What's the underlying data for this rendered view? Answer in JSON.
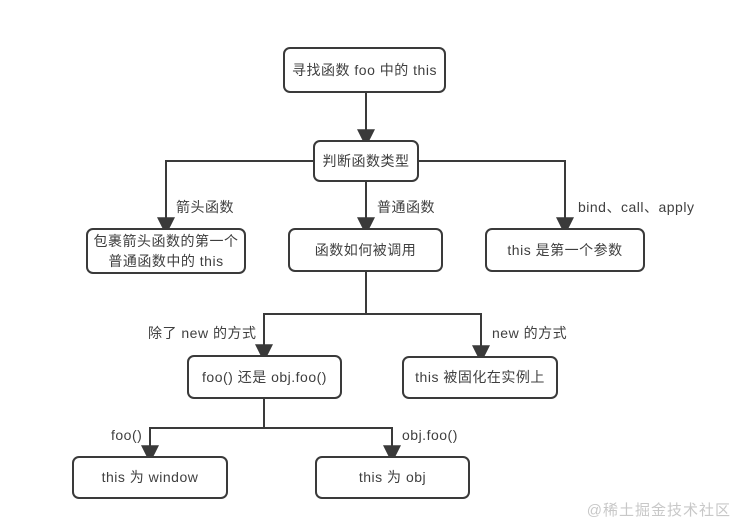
{
  "diagram": {
    "nodes": {
      "find_this": "寻找函数 foo 中的 this",
      "judge_type": "判断函数类型",
      "arrow_fn_line1": "包裹箭头函数的第一个",
      "arrow_fn_line2": "普通函数中的 this",
      "how_called": "函数如何被调用",
      "first_param": "this 是第一个参数",
      "foo_or_objfoo": "foo() 还是 obj.foo()",
      "fixed_instance": "this 被固化在实例上",
      "this_window": "this 为 window",
      "this_obj": "this 为 obj"
    },
    "edges": {
      "arrow_fn": "箭头函数",
      "normal_fn": "普通函数",
      "bind_call_apply": "bind、call、apply",
      "except_new": "除了 new 的方式",
      "new_way": "new 的方式",
      "foo_call": "foo()",
      "obj_foo_call": "obj.foo()"
    },
    "watermark": "@稀土掘金技术社区",
    "colors": {
      "line": "#3a3a3a",
      "border": "#3a3a3a",
      "text": "#3f3f3f",
      "watermark": "#c8c8c8",
      "background": "#ffffff"
    }
  }
}
